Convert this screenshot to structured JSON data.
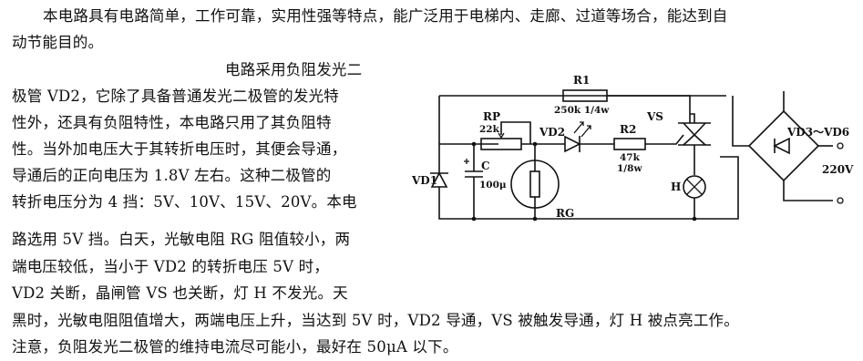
{
  "text": {
    "line1": "本电路具有电路简单，工作可靠，实用性强等特点，能广泛用于电梯内、走廊、过道等场合，能达到自",
    "line2": "动节能目的。",
    "line3": "电路采用负阻发光二",
    "line4": "极管 VD2，它除了具备普通发光二极管的发光特",
    "line5": "性外，还具有负阻特性，本电路只用了其负阻特",
    "line6": "性。当外加电压大于其转折电压时，其便会导通，",
    "line7": "导通后的正向电压为 1.8V 左右。这种二极管的",
    "line8": "转折电压分为 4 挡：5V、10V、15V、20V。本电",
    "line9": "路选用 5V 挡。白天，光敏电阻 RG 阻值较小，两",
    "line10": "端电压较低，当小于 VD2 的转折电压 5V 时，",
    "line11": "VD2 关断，晶闸管 VS 也关断，灯 H 不发光。天",
    "line12": "黑时，光敏电阻阻值增大，两端电压上升，当达到 5V 时，VD2 导通，VS 被触发导通，灯 H 被点亮工作。",
    "line13": "注意，负阻发光二极管的维持电流尽可能小，最好在 50μA 以下。"
  },
  "circuit": {
    "r1_name": "R1",
    "r1_value": "250k 1/4w",
    "rp_name": "RP",
    "rp_value": "22k",
    "vd2": "VD2",
    "r2_name": "R2",
    "r2_value": "47k",
    "r2_power": "1/8w",
    "vs": "VS",
    "vd3_vd6": "VD3～VD6",
    "vd1": "VD1",
    "c_name": "C",
    "c_value": "100μ",
    "rg": "RG",
    "h": "H",
    "v220": "220V"
  }
}
